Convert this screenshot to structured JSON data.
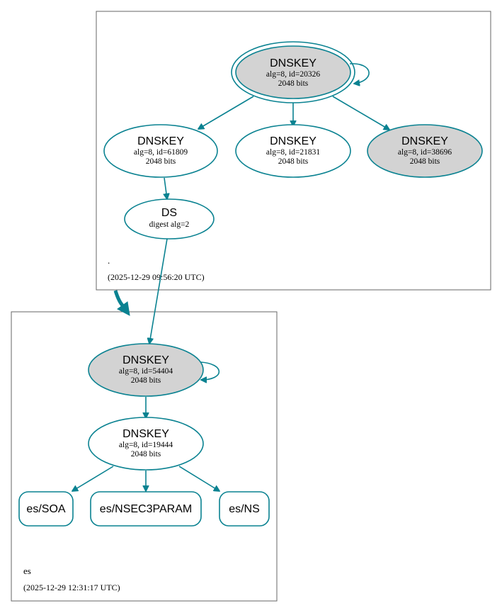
{
  "colors": {
    "edge": "#0a8291",
    "zone_border": "#666666",
    "sep_fill": "#d3d3d3",
    "node_fill": "#ffffff"
  },
  "zones": {
    "root": {
      "name": ".",
      "timestamp": "(2025-12-29 09:56:20 UTC)"
    },
    "es": {
      "name": "es",
      "timestamp": "(2025-12-29 12:31:17 UTC)"
    }
  },
  "nodes": {
    "root_ksk": {
      "title": "DNSKEY",
      "line1": "alg=8, id=20326",
      "line2": "2048 bits"
    },
    "root_zsk1": {
      "title": "DNSKEY",
      "line1": "alg=8, id=61809",
      "line2": "2048 bits"
    },
    "root_zsk2": {
      "title": "DNSKEY",
      "line1": "alg=8, id=21831",
      "line2": "2048 bits"
    },
    "root_zsk3": {
      "title": "DNSKEY",
      "line1": "alg=8, id=38696",
      "line2": "2048 bits"
    },
    "ds": {
      "title": "DS",
      "line1": "digest alg=2"
    },
    "es_ksk": {
      "title": "DNSKEY",
      "line1": "alg=8, id=54404",
      "line2": "2048 bits"
    },
    "es_zsk": {
      "title": "DNSKEY",
      "line1": "alg=8, id=19444",
      "line2": "2048 bits"
    },
    "es_soa": {
      "title": "es/SOA"
    },
    "es_nsec3param": {
      "title": "es/NSEC3PARAM"
    },
    "es_ns": {
      "title": "es/NS"
    }
  }
}
